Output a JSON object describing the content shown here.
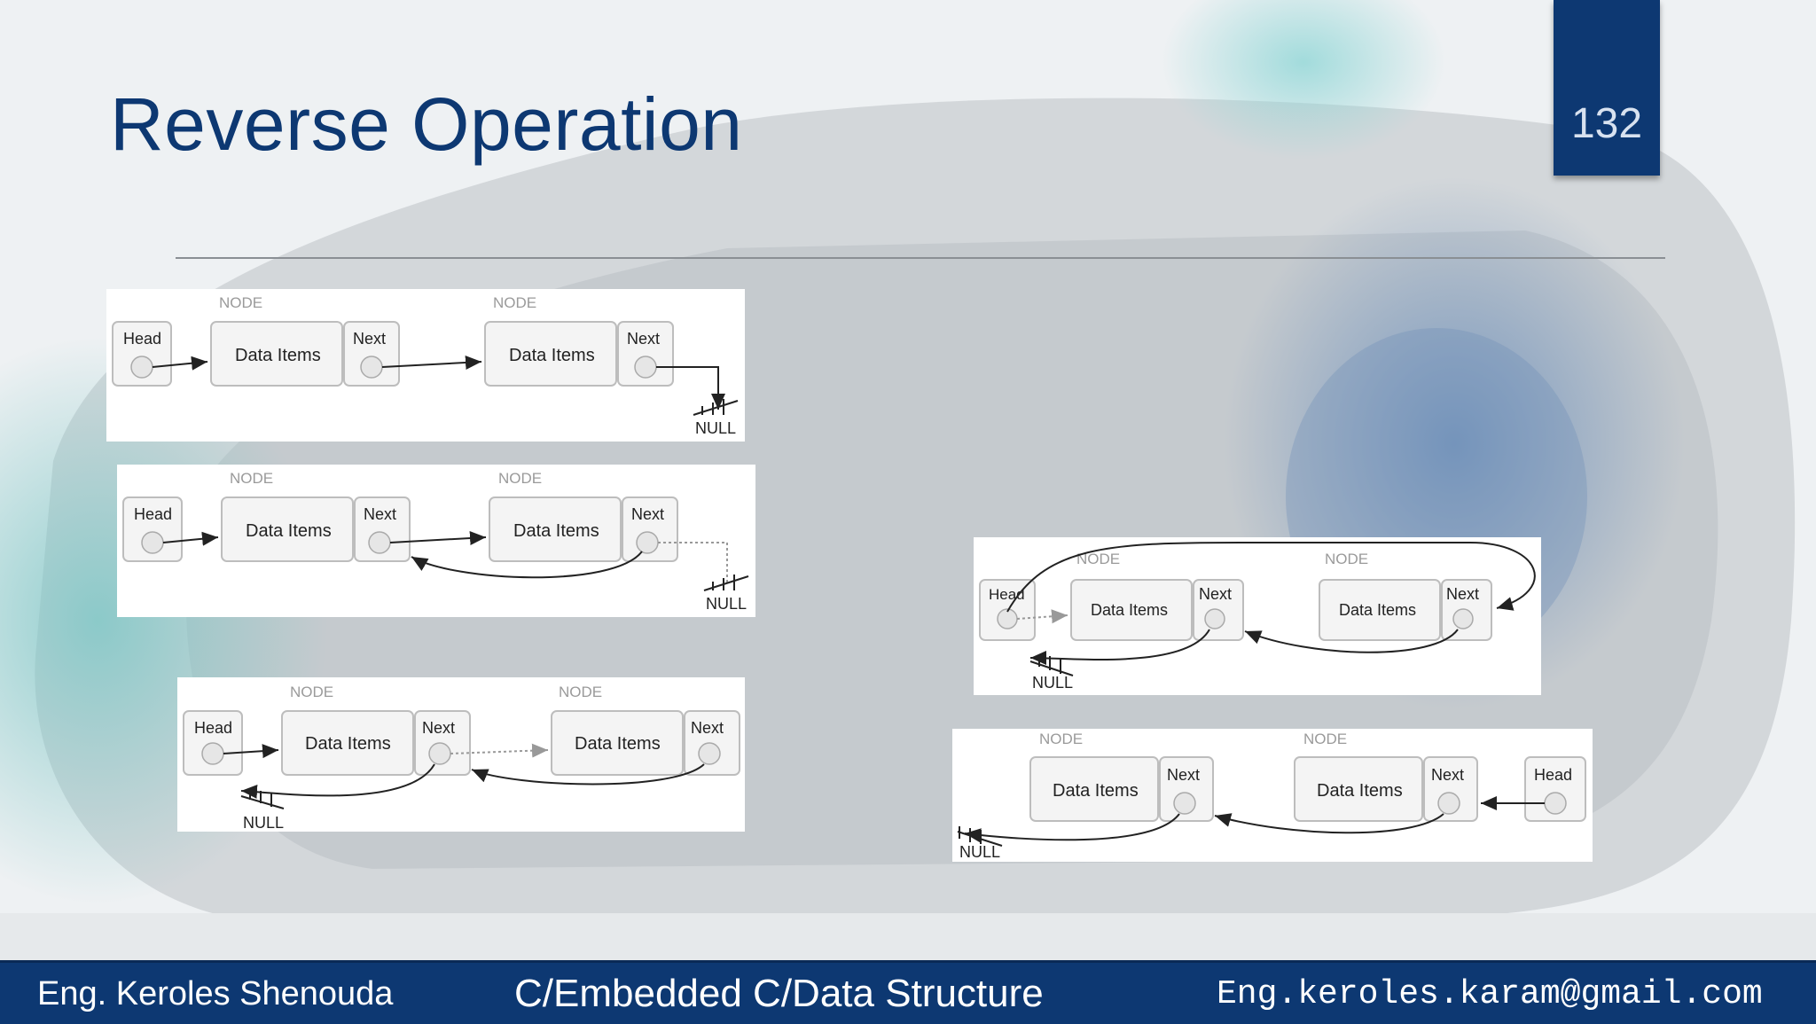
{
  "slide": {
    "title": "Reverse Operation",
    "page_number": "132"
  },
  "footer": {
    "author": "Eng. Keroles Shenouda",
    "course": "C/Embedded C/Data Structure",
    "email": "Eng.keroles.karam@gmail.com"
  },
  "diagram": {
    "node_label": "NODE",
    "data_label": "Data Items",
    "next_label": "Next",
    "head_label": "Head",
    "null_label": "NULL"
  }
}
